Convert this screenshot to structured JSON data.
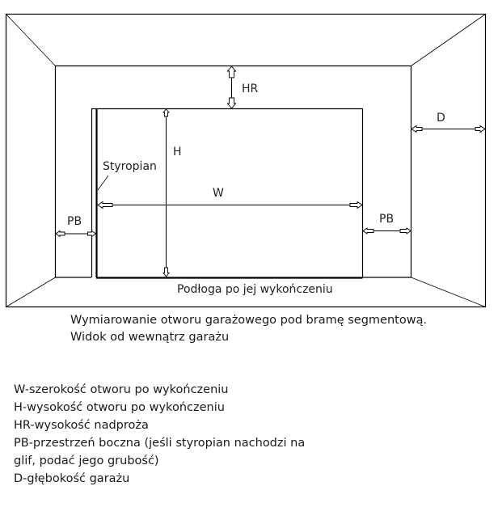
{
  "diagram": {
    "labels": {
      "hr": "HR",
      "d": "D",
      "h": "H",
      "w": "W",
      "styropian": "Styropian",
      "pb_left": "PB",
      "pb_right": "PB",
      "floor": "Podłoga po jej wykończeniu"
    }
  },
  "caption": {
    "line1": "Wymiarowanie otworu garażowego pod bramę segmentową.",
    "line2": "Widok od wewnątrz garażu"
  },
  "legend": {
    "items": [
      "W-szerokość otworu po wykończeniu",
      "H-wysokość otworu po wykończeniu",
      "HR-wysokość nadproża",
      "PB-przestrzeń boczna (jeśli styropian nachodzi na",
      "glif, podać jego grubość)",
      "D-głębokość garażu"
    ]
  }
}
